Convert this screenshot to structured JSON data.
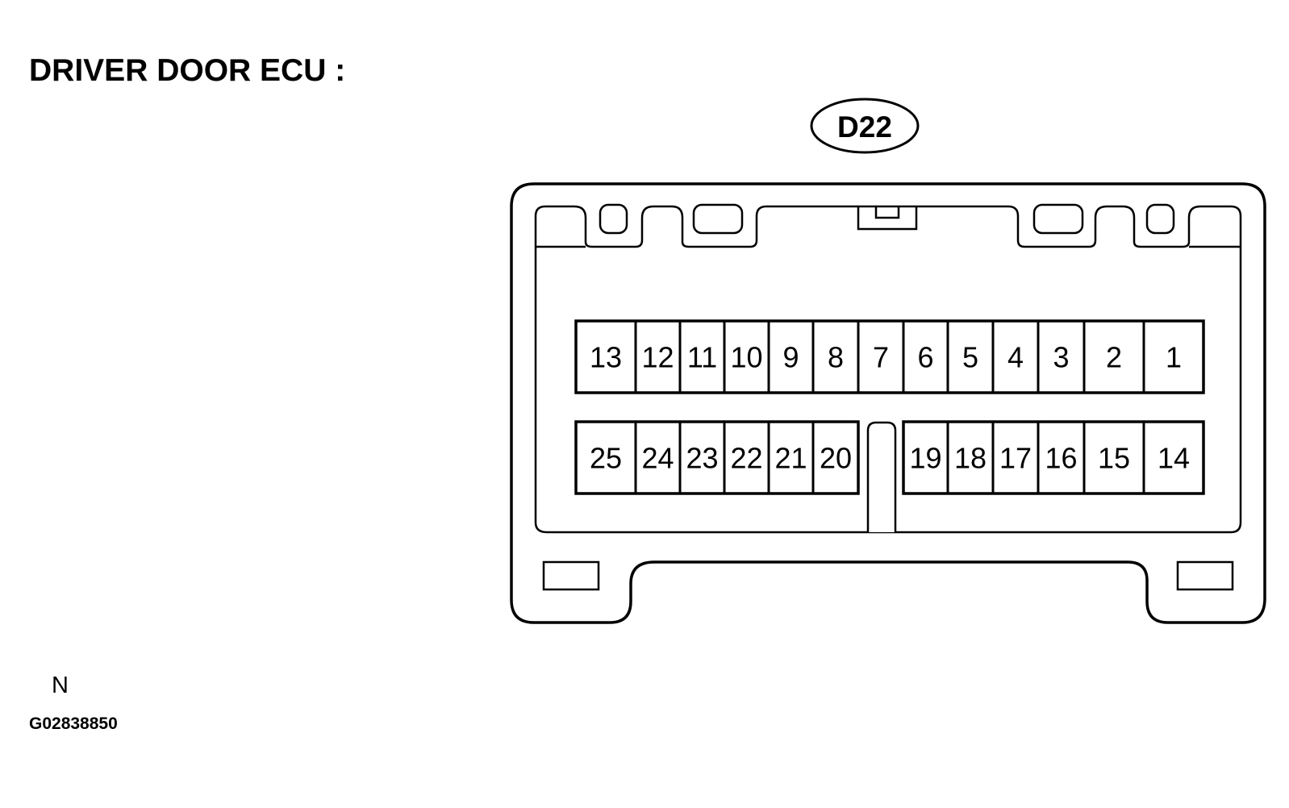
{
  "title": "DRIVER DOOR ECU :",
  "connector": {
    "code": "D22",
    "top_row": [
      "13",
      "12",
      "11",
      "10",
      "9",
      "8",
      "7",
      "6",
      "5",
      "4",
      "3",
      "2",
      "1"
    ],
    "bottom_left": [
      "25",
      "24",
      "23",
      "22",
      "21",
      "20"
    ],
    "bottom_right": [
      "19",
      "18",
      "17",
      "16",
      "15",
      "14"
    ]
  },
  "side_note": "N",
  "figure_code": "G02838850"
}
